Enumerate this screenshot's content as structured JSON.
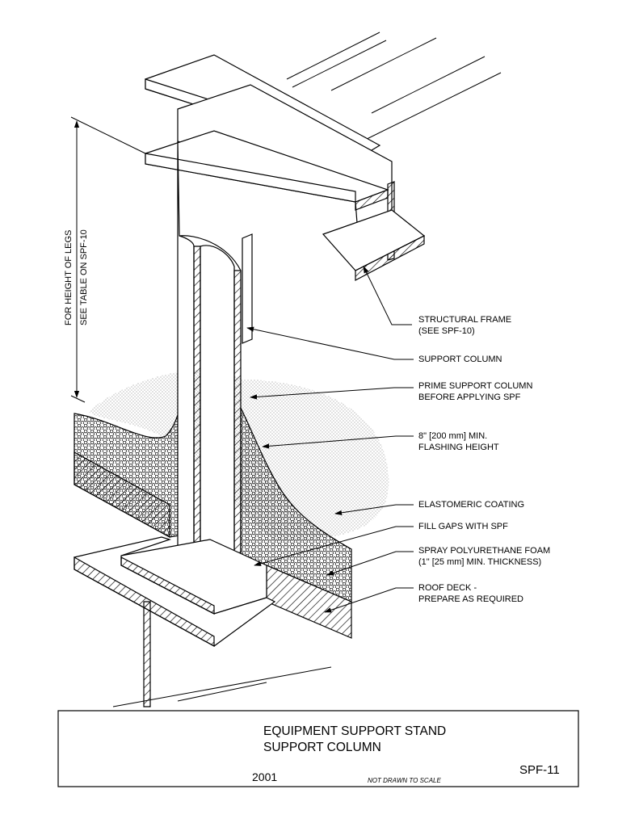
{
  "callouts": {
    "structural_frame": [
      "STRUCTURAL FRAME",
      "(SEE SPF-10)"
    ],
    "support_column": [
      "SUPPORT COLUMN"
    ],
    "prime_column": [
      "PRIME SUPPORT COLUMN",
      "BEFORE APPLYING SPF"
    ],
    "flashing_height": [
      "8\" [200 mm] MIN.",
      "FLASHING HEIGHT"
    ],
    "elastomeric_coating": [
      "ELASTOMERIC COATING"
    ],
    "fill_gaps": [
      "FILL GAPS WITH SPF"
    ],
    "spray_foam": [
      "SPRAY POLYURETHANE FOAM",
      "(1\" [25 mm] MIN. THICKNESS)"
    ],
    "roof_deck": [
      "ROOF DECK -",
      "PREPARE AS REQUIRED"
    ]
  },
  "dimension_note": [
    "FOR HEIGHT OF LEGS",
    "SEE TABLE ON SPF-10"
  ],
  "title_block": {
    "title_line_1": "EQUIPMENT SUPPORT STAND",
    "title_line_2": "SUPPORT COLUMN",
    "year": "2001",
    "scale_note": "NOT DRAWN TO SCALE",
    "sheet_number": "SPF-11"
  }
}
